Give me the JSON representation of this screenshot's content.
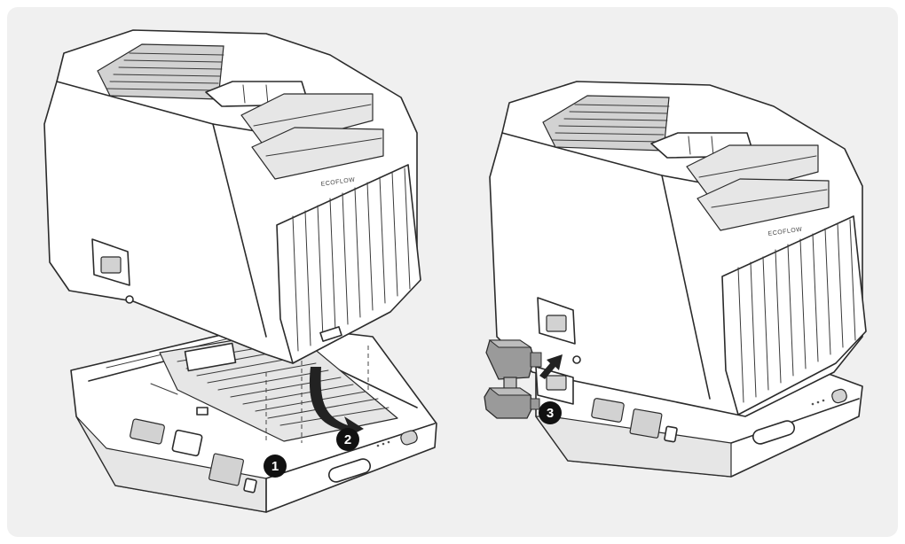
{
  "steps": [
    {
      "label": "1"
    },
    {
      "label": "2"
    },
    {
      "label": "3"
    }
  ],
  "unit_left": {
    "brand_text": "ECOFLOW"
  },
  "unit_right": {
    "brand_text": "ECOFLOW"
  },
  "colors": {
    "panel_bg": "#f0f0f0",
    "outline": "#2b2b2b",
    "badge": "#111111",
    "arrow": "#222222",
    "connector": "#9a9a9a"
  },
  "icons": [
    "arrow-curved-icon",
    "arrow-up-right-icon",
    "step-badge-icon",
    "connector-plug-icon",
    "vent-grille-icon"
  ]
}
